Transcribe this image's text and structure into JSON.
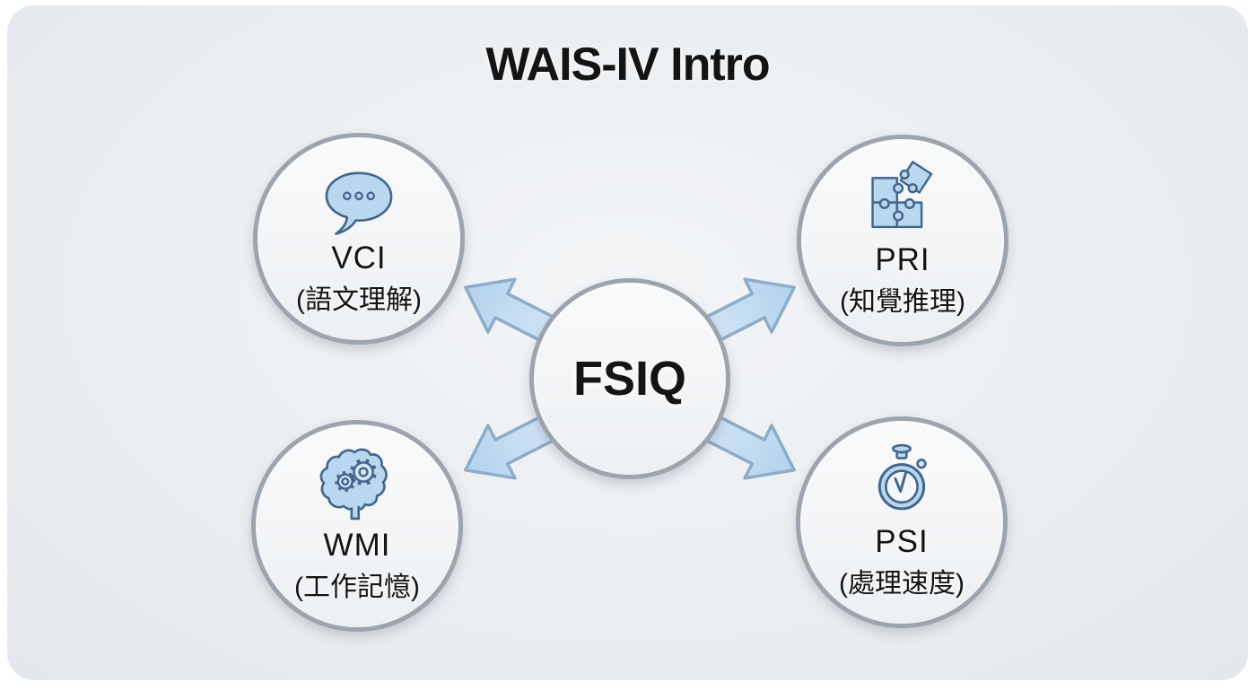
{
  "title": "WAIS-IV Intro",
  "center": {
    "label": "FSIQ"
  },
  "nodes": [
    {
      "id": "vci",
      "label": "VCI",
      "sublabel": "(語文理解)",
      "icon": "speech-bubble-icon"
    },
    {
      "id": "pri",
      "label": "PRI",
      "sublabel": "(知覺推理)",
      "icon": "puzzle-pieces-icon"
    },
    {
      "id": "wmi",
      "label": "WMI",
      "sublabel": "(工作記憶)",
      "icon": "brain-gears-icon"
    },
    {
      "id": "psi",
      "label": "PSI",
      "sublabel": "(處理速度)",
      "icon": "stopwatch-icon"
    }
  ],
  "arrows": [
    {
      "from": "fsiq",
      "to": "vci"
    },
    {
      "from": "fsiq",
      "to": "pri"
    },
    {
      "from": "fsiq",
      "to": "wmi"
    },
    {
      "from": "fsiq",
      "to": "psi"
    }
  ],
  "colors": {
    "card_bg": "#e9edf0",
    "card_bg_light": "#f3f5f7",
    "circle_border": "#9ca4ad",
    "circle_fill_top": "#f9fafb",
    "circle_fill_bottom": "#edf0f3",
    "arrow_fill_light": "#dcebf8",
    "arrow_fill": "#b2d2ec",
    "arrow_stroke": "#8cacc9",
    "icon_fill": "#b9d7ef",
    "icon_fill_light": "#d3e6f5",
    "icon_stroke": "#44668c",
    "text": "#141414"
  }
}
